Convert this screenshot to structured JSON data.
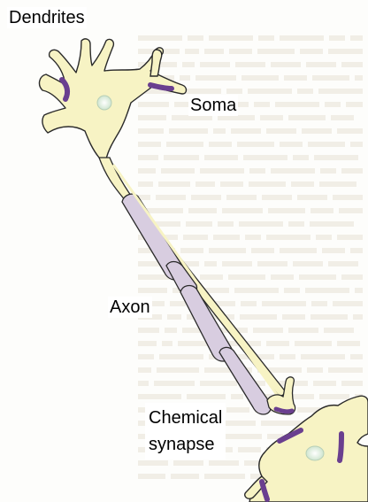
{
  "labels": {
    "dendrites": "Dendrites",
    "soma": "Soma",
    "axon": "Axon",
    "synapse": "Chemical\nsynapse"
  },
  "colors": {
    "cell_fill": "#f7f3c4",
    "cell_outline": "#2a2a2a",
    "myelin_fill": "#d8cde0",
    "receptor": "#6a3f8f",
    "nucleus": "#d9ecd8",
    "ghost_text": "#f1eee6"
  }
}
